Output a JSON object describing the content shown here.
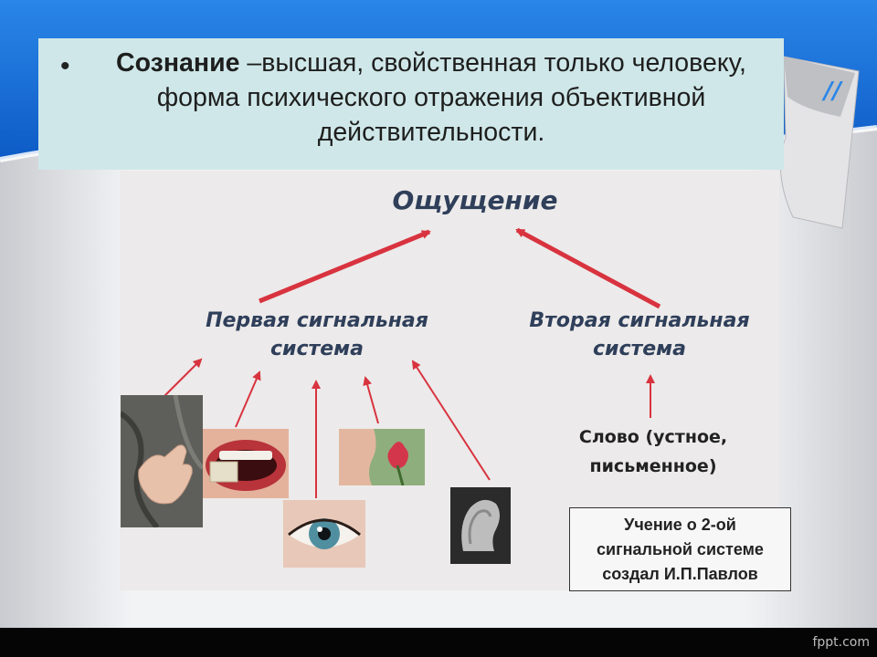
{
  "definition": {
    "bullet": "•",
    "term": "Сознание",
    "text": " –высшая, свойственная только человеку, форма психического отражения объективной действительности."
  },
  "diagram": {
    "root": "Ощущение",
    "left_node": [
      "Первая сигнальная",
      "система"
    ],
    "right_node": [
      "Вторая сигнальная",
      "система"
    ],
    "word_node": [
      "Слово (устное,",
      "письменное)"
    ],
    "stimuli_images": [
      "touch-hand",
      "mouth-taste",
      "eye-vision",
      "nose-smell",
      "ear-hearing"
    ]
  },
  "note": {
    "lines": [
      "Учение о 2-ой",
      "сигнальной системе",
      "создал И.П.Павлов"
    ]
  },
  "footer": {
    "brand": "fppt.com"
  },
  "colors": {
    "arrow": "#d8333f",
    "title_blue": "#1f74dc",
    "label": "#2f3f5a"
  }
}
